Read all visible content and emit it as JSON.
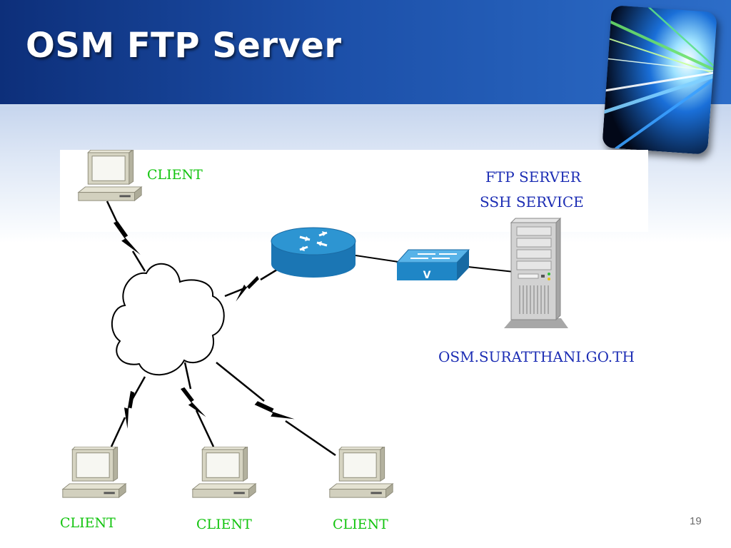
{
  "slide": {
    "title": "OSM FTP Server",
    "page_number": "19"
  },
  "diagram": {
    "clients": [
      {
        "label": "CLIENT"
      },
      {
        "label": "CLIENT"
      },
      {
        "label": "CLIENT"
      },
      {
        "label": "CLIENT"
      }
    ],
    "server": {
      "line1": "FTP SERVER",
      "line2": "SSH SERVICE",
      "hostname": "OSM.SURATTHANI.GO.TH"
    },
    "devices": {
      "router_icon": "router-icon",
      "switch_icon": "switch-icon",
      "server_icon": "server-tower-icon",
      "cloud_icon": "internet-cloud-icon",
      "client_icon": "desktop-computer-icon"
    },
    "colors": {
      "client_label": "#13c40f",
      "server_label": "#1c2db4",
      "device_blue": "#1f8ac4",
      "header_blue": "#1c4fa8"
    }
  }
}
